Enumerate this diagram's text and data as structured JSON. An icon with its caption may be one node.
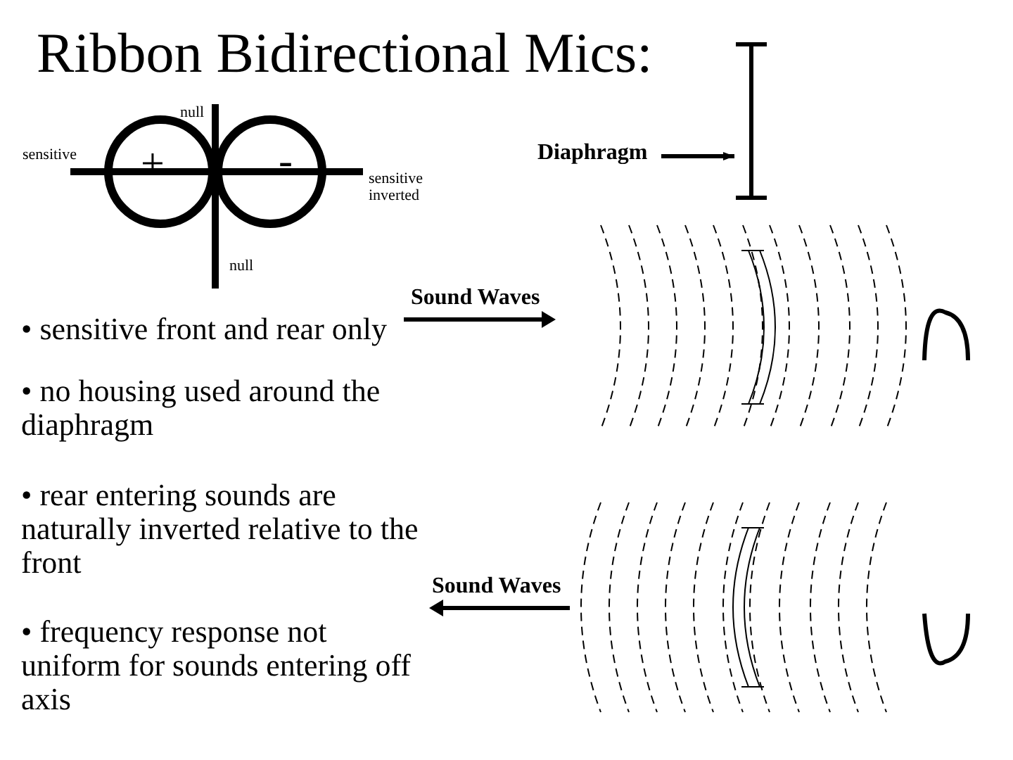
{
  "diagram": {
    "title": "Ribbon Bidirectional Mics:",
    "nodes": [
      {
        "text": [
          "Diaphragm"
        ]
      },
      {
        "text": [],
        "shape": "bar"
      }
    ],
    "edges": [
      {
        "from": 0,
        "to": 1,
        "arrow": "to"
      }
    ],
    "labels": [
      "null",
      "sensitive",
      "+",
      "-",
      "sensitive inverted",
      "null",
      "Sound Waves",
      "• sensitive front and rear only",
      "• no housing used around the diaphragm",
      "• rear entering sounds are naturally inverted relative to the front",
      "• frequency response not uniform for sounds entering off axis",
      "Sound Waves"
    ]
  }
}
